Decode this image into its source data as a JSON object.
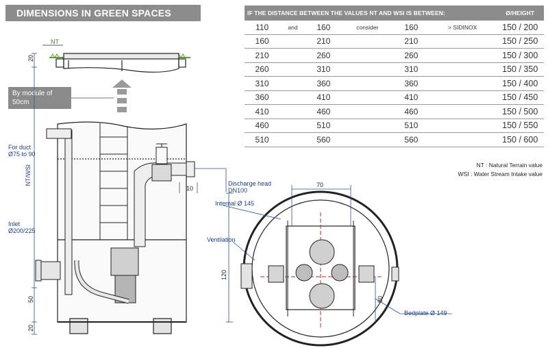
{
  "title": "DIMENSIONS IN GREEN SPACES",
  "table": {
    "header": {
      "condition": "IF THE DISTANCE BETWEEN THE VALUES NT AND WSI IS BETWEEN:",
      "height": "Ø/HEIGHT"
    },
    "rows": [
      {
        "nt": "110",
        "and": "and",
        "wsi": "160",
        "consider": "consider",
        "value": "160",
        "note": "> SIDINOX",
        "dim": "150 / 200"
      },
      {
        "nt": "160",
        "and": "",
        "wsi": "210",
        "consider": "",
        "value": "210",
        "note": "",
        "dim": "150 / 250"
      },
      {
        "nt": "210",
        "and": "",
        "wsi": "260",
        "consider": "",
        "value": "260",
        "note": "",
        "dim": "150 / 300"
      },
      {
        "nt": "260",
        "and": "",
        "wsi": "310",
        "consider": "",
        "value": "310",
        "note": "",
        "dim": "150 / 350"
      },
      {
        "nt": "310",
        "and": "",
        "wsi": "360",
        "consider": "",
        "value": "360",
        "note": "",
        "dim": "150 / 400"
      },
      {
        "nt": "360",
        "and": "",
        "wsi": "410",
        "consider": "",
        "value": "410",
        "note": "",
        "dim": "150 / 450"
      },
      {
        "nt": "410",
        "and": "",
        "wsi": "460",
        "consider": "",
        "value": "460",
        "note": "",
        "dim": "150 / 500"
      },
      {
        "nt": "460",
        "and": "",
        "wsi": "510",
        "consider": "",
        "value": "510",
        "note": "",
        "dim": "150 / 550"
      },
      {
        "nt": "510",
        "and": "",
        "wsi": "560",
        "consider": "",
        "value": "560",
        "note": "",
        "dim": "150 / 600"
      }
    ]
  },
  "legend": {
    "nt": "NT : Natural Terrain value",
    "wsi": "WSI : Water Stream Intake value"
  },
  "callout": "By module of 50cm",
  "labels": {
    "nt": "NT",
    "duct": "For duct\nØ75 to 90",
    "inlet": "Inlet\nØ200/225",
    "ntwsi": "NT/WSI",
    "discharge": "Discharge head\nDN100",
    "internal": "Internal Ø 145",
    "ventilation": "Ventilation",
    "bedplate": "Bedplate Ø 149"
  },
  "dims": {
    "d20_top": "20",
    "d10": "10",
    "d50": "50",
    "d20_bottom": "20",
    "d70": "70",
    "d120": "120",
    "d80": "80"
  },
  "colors": {
    "banner": "#8c8c8c",
    "label_blue": "#1f3f7f",
    "grass": "#5aa02c",
    "dim_line": "#2a4f8f"
  }
}
